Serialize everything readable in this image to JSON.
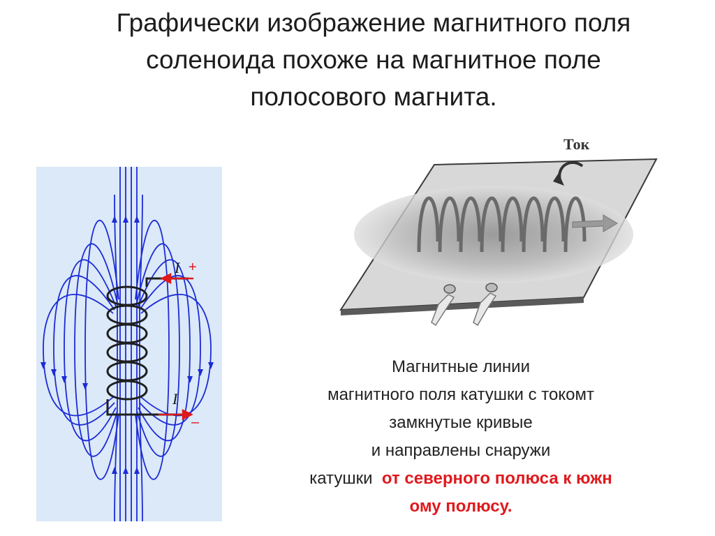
{
  "title": {
    "lines": [
      "Графически изображение магнитного поля",
      "соленоида похоже на магнитное поле",
      "полосового магнита."
    ]
  },
  "figure_left": {
    "label_top": "I",
    "sign_top": "+",
    "label_bottom": "I",
    "sign_bottom": "–",
    "colors": {
      "background": "#dbe9f8",
      "field_lines": "#1c2bd6",
      "arrow_red": "#e0191d",
      "coil": "#1f1f1f"
    }
  },
  "figure_right": {
    "label": "Ток"
  },
  "caption": {
    "line1": "Магнитные линии",
    "line2": "магнитного поля катушки с токомт",
    "line3": "замкнутые кривые",
    "line4": "и направлены снаружи",
    "line5_black": "катушки",
    "line5_red": "от северного полюса к южн",
    "line6_red": "ому полюсу."
  }
}
